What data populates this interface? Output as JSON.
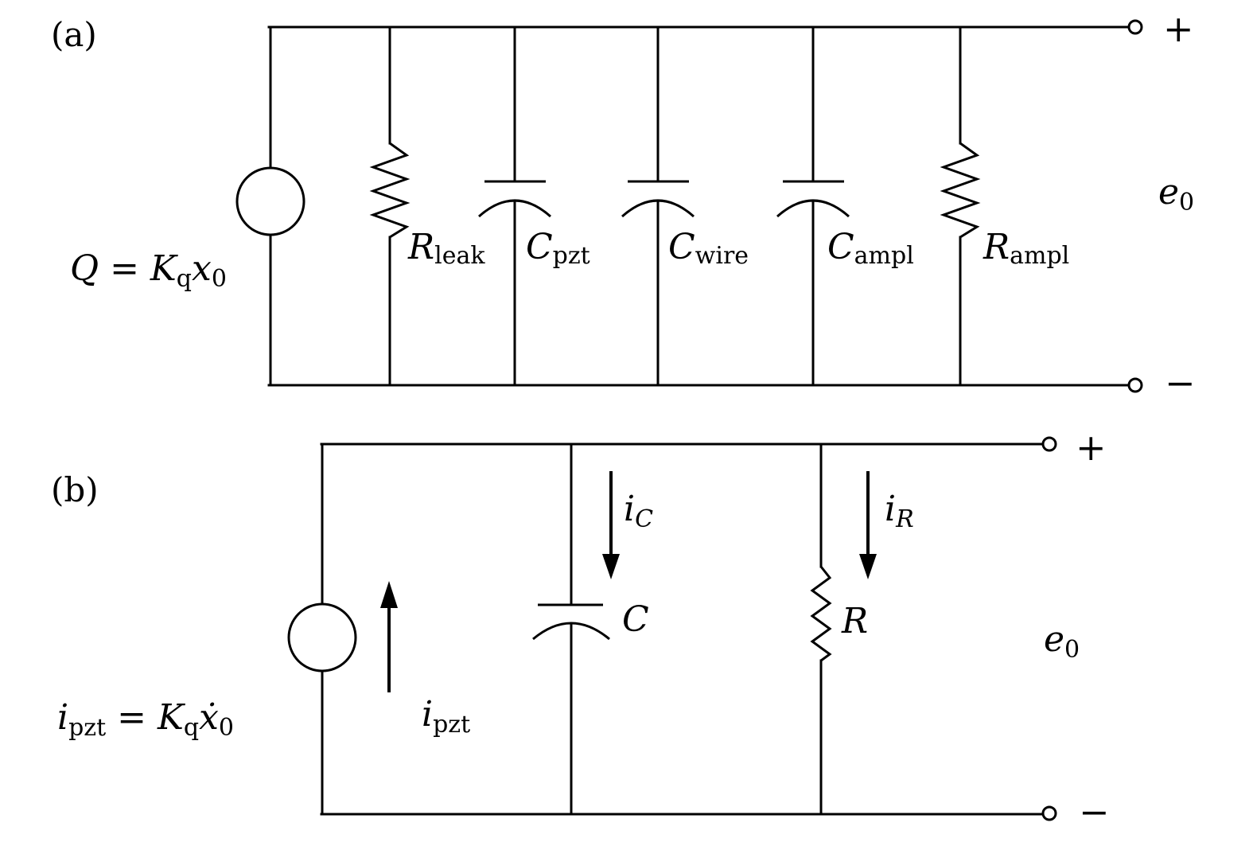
{
  "panel_a": {
    "label": "(a)",
    "source_eq": {
      "lhs": "Q",
      "eq": " = ",
      "k": "K",
      "k_sub": "q",
      "x": "x",
      "x_sub": "0"
    },
    "components": [
      {
        "sym": "R",
        "sub": "leak"
      },
      {
        "sym": "C",
        "sub": "pzt"
      },
      {
        "sym": "C",
        "sub": "wire"
      },
      {
        "sym": "C",
        "sub": "ampl"
      },
      {
        "sym": "R",
        "sub": "ampl"
      }
    ],
    "output": {
      "sym": "e",
      "sub": "0",
      "plus": "+",
      "minus": "−"
    }
  },
  "panel_b": {
    "label": "(b)",
    "source_eq": {
      "lhs": "i",
      "lhs_sub": "pzt",
      "eq": " = ",
      "k": "K",
      "k_sub": "q",
      "x": "ẋ",
      "x_sub": "0"
    },
    "source_current": {
      "sym": "i",
      "sub": "pzt"
    },
    "capacitor": {
      "sym": "C",
      "current_sym": "i",
      "current_sub": "C"
    },
    "resistor": {
      "sym": "R",
      "current_sym": "i",
      "current_sub": "R"
    },
    "output": {
      "sym": "e",
      "sub": "0",
      "plus": "+",
      "minus": "−"
    }
  }
}
